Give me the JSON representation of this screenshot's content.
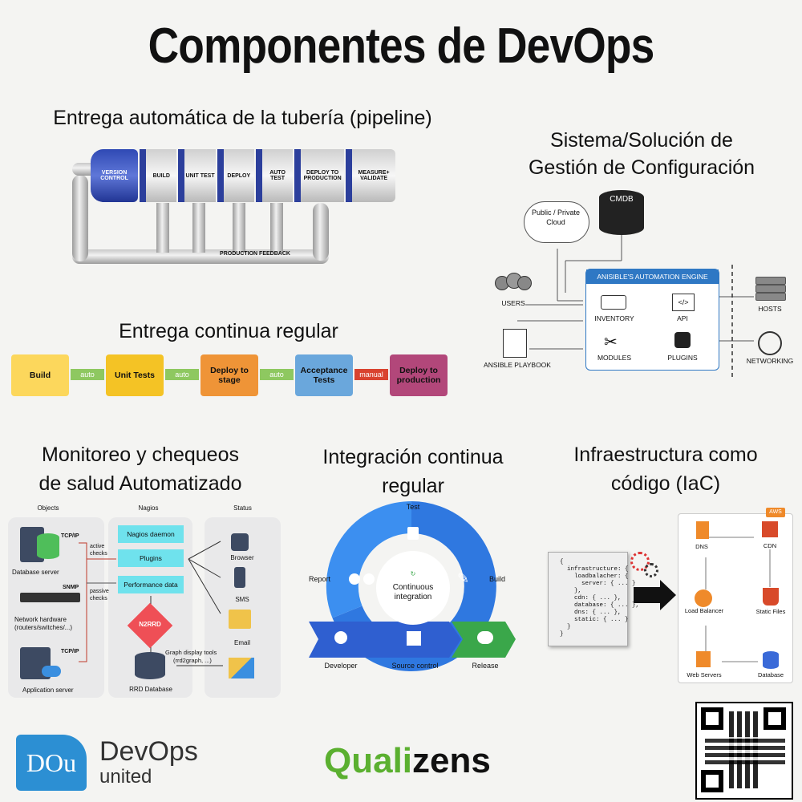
{
  "title": "Componentes de DevOps",
  "sections": {
    "pipeline": {
      "title": "Entrega automática de la tubería (pipeline)",
      "stages": [
        "VERSION CONTROL",
        "BUILD",
        "UNIT TEST",
        "DEPLOY",
        "AUTO TEST",
        "DEPLOY TO PRODUCTION",
        "MEASURE+ VALIDATE"
      ],
      "feedback": "PRODUCTION FEEDBACK"
    },
    "config": {
      "title_line1": "Sistema/Solución de",
      "title_line2": "Gestión de Configuración",
      "cloud": "Public / Private Cloud",
      "cmdb": "CMDB",
      "engine": "ANISIBLE'S AUTOMATION ENGINE",
      "inventory": "INVENTORY",
      "api": "API",
      "modules": "MODULES",
      "plugins": "PLUGINS",
      "users": "USERS",
      "playbook": "ANSIBLE PLAYBOOK",
      "hosts": "HOSTS",
      "networking": "NETWORKING"
    },
    "cd": {
      "title": "Entrega continua regular",
      "steps": [
        {
          "label": "Build",
          "color": "#fcd75c"
        },
        {
          "label": "Unit Tests",
          "color": "#f4c325"
        },
        {
          "label": "Deploy to stage",
          "color": "#ef9437"
        },
        {
          "label": "Acceptance Tests",
          "color": "#6aa7dc"
        },
        {
          "label": "Deploy to production",
          "color": "#b2477a"
        }
      ],
      "arrows": [
        "auto",
        "auto",
        "auto",
        "manual"
      ]
    },
    "monitor": {
      "title_line1": "Monitoreo y chequeos",
      "title_line2": "de salud Automatizado",
      "col_objects": "Objects",
      "col_nagios": "Nagios",
      "col_status": "Status",
      "tcpip1": "TCP/IP",
      "db_server": "Database server",
      "snmp": "SNMP",
      "net_hw1": "Network hardware",
      "net_hw2": "(routers/switches/...)",
      "tcpip2": "TCP/IP",
      "app_server": "Application server",
      "active": "active checks",
      "passive": "passive checks",
      "daemon": "Nagios daemon",
      "plugins": "Plugins",
      "perf": "Performance data",
      "n2rrd": "N2RRD",
      "rrd": "RRD Database",
      "graph1": "Graph display tools",
      "graph2": "(rrd2graph, ...)",
      "browser": "Browser",
      "sms": "SMS",
      "email": "Email"
    },
    "ci": {
      "title_line1": "Integración continua",
      "title_line2": "regular",
      "test": "Test",
      "report": "Report",
      "build": "Build",
      "center_line1": "Continuous",
      "center_line2": "integration",
      "developer": "Developer",
      "source": "Source control",
      "release": "Release"
    },
    "iac": {
      "title_line1": "Infraestructura como",
      "title_line2": "código (IaC)",
      "code": [
        "{",
        "  infrastructure: {",
        "    loadbalacher: {",
        "      server: { ... }",
        "    },",
        "    cdn: { ... },",
        "    database: { ... },",
        "    dns: { ... },",
        "    static: { ... }",
        "  }",
        "}"
      ],
      "aws": "AWS",
      "dns": "DNS",
      "cdn": "CDN",
      "lb": "Load Balancer",
      "static": "Static Files",
      "web": "Web Servers",
      "db": "Database"
    }
  },
  "footer": {
    "dou_logo": "DOu",
    "devops": "DevOps",
    "united": "united",
    "quali": "Quali",
    "zens": "zens"
  }
}
